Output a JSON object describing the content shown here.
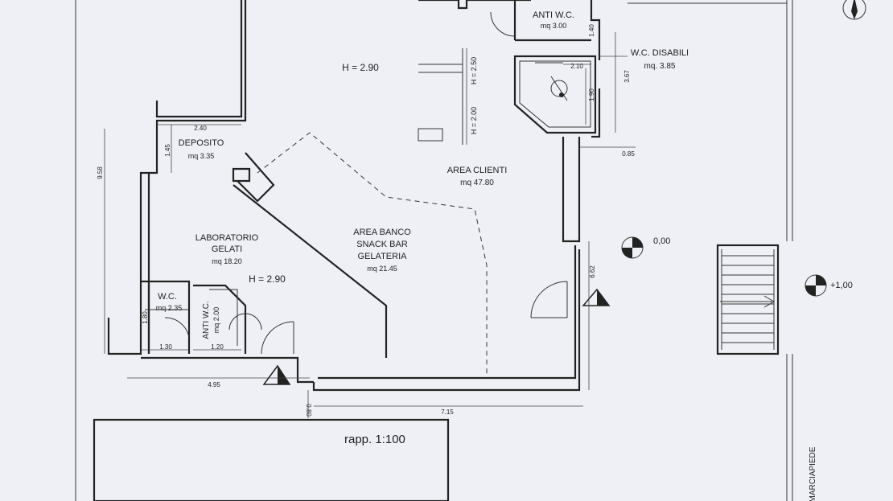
{
  "rooms": {
    "anti_wc_top": {
      "name": "ANTI W.C.",
      "area": "mq 3.00"
    },
    "wc_disabili": {
      "name": "W.C. DISABILI",
      "area": "mq. 3.85"
    },
    "deposito": {
      "name": "DEPOSITO",
      "area": "mq 3.35"
    },
    "area_clienti": {
      "name": "AREA CLIENTI",
      "area": "mq 47.80"
    },
    "laboratorio": {
      "name_line1": "LABORATORIO",
      "name_line2": "GELATI",
      "area": "mq 18.20"
    },
    "area_banco": {
      "line1": "AREA BANCO",
      "line2": "SNACK BAR",
      "line3": "GELATERIA",
      "area": "mq 21.45"
    },
    "wc_small": {
      "name": "W.C.",
      "area": "mq 2.35"
    },
    "anti_wc_small": {
      "name": "ANTI W.C.",
      "area": "mq 2.00"
    }
  },
  "heights": {
    "h_top": "H = 2.90",
    "h_lab": "H = 2.90",
    "h_250": "H = 2.50",
    "h_200": "H = 2.00"
  },
  "levels": {
    "level_0": "0,00",
    "level_1": "+1,00"
  },
  "dimensions": {
    "d_240": "2.40",
    "d_145": "1.45",
    "d_958": "9.58",
    "d_210": "2.10",
    "d_367": "3.67",
    "d_190": "1.90",
    "d_140": "1.40",
    "d_085": "0.85",
    "d_662": "6.62",
    "d_180": "1.80",
    "d_130": "1.30",
    "d_120": "1.20",
    "d_495": "4.95",
    "d_715": "7.15",
    "d_080": "0.80"
  },
  "title_block": {
    "scale": "rapp. 1:100"
  },
  "street": {
    "label": "MARCIAPIEDE"
  },
  "colors": {
    "paper": "#eef0f6",
    "ink": "#222222"
  }
}
